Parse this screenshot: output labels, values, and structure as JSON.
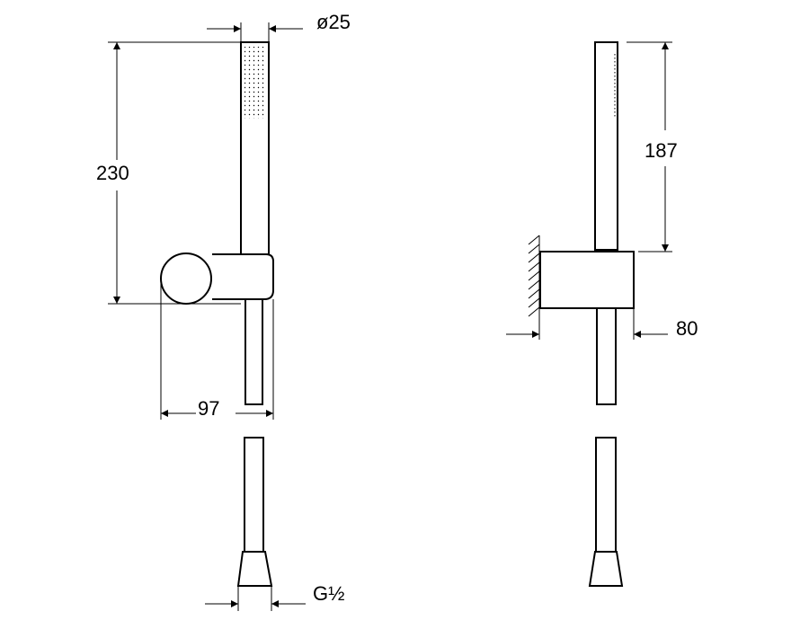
{
  "dimensions": {
    "diameter": "ø25",
    "overall_height": "230",
    "handle_length": "187",
    "projection_front": "97",
    "projection_side": "80",
    "thread": "G½"
  },
  "views": {
    "front": "front-view",
    "side": "side-view"
  }
}
